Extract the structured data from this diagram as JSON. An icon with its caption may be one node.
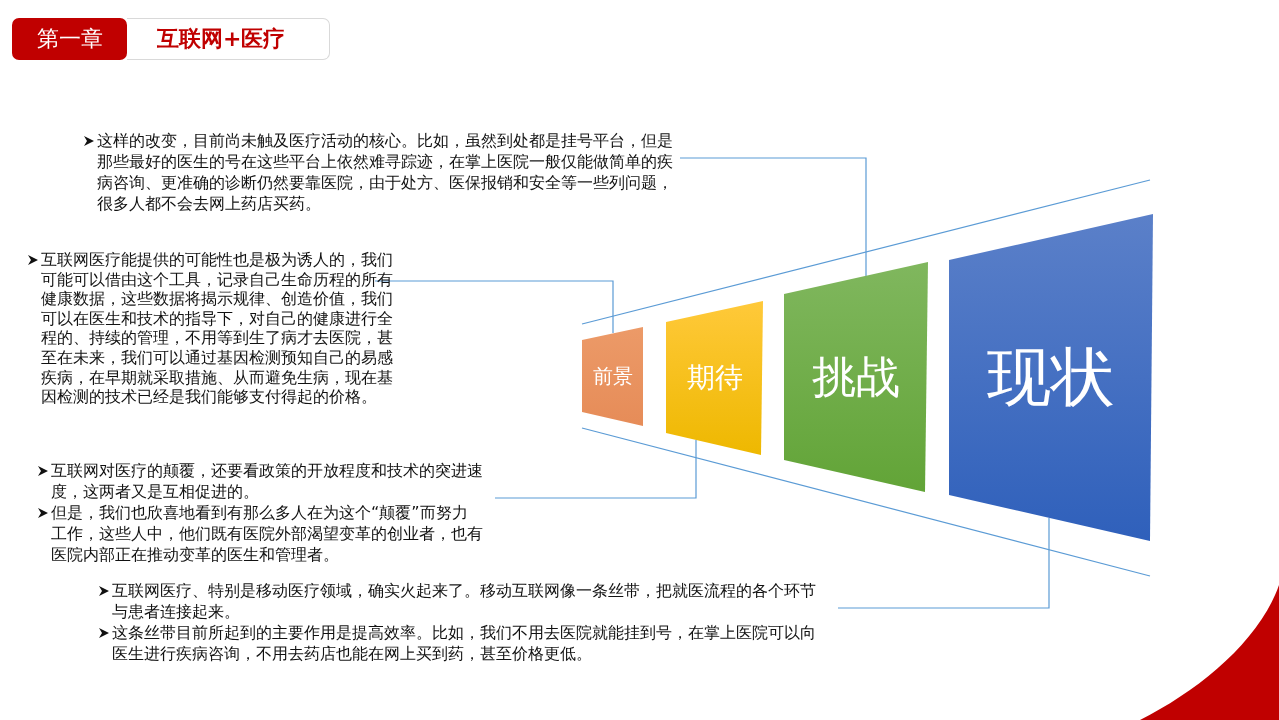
{
  "diagram": {
    "nodes": [
      {
        "text": [
          "第一章"
        ]
      },
      {
        "text": [
          "互联网+医疗"
        ]
      },
      {
        "text": [
          "这样的改变，目前尚未触及医疗活动的核心。比如，虽然到处都是挂号平台，但是那些最好的医生的号在这些平台上依然难寻踪迹，在掌上医院一般仅能做简单的疾病咨询、更准确的诊断仍然要靠医院，由于处方、医保报销和安全等一些列问题，很多人都不会去网上药店买药。"
        ]
      },
      {
        "text": [
          "互联网医疗能提供的可能性也是极为诱人的，我们可能可以借由这个工具，记录自己生命历程的所有健康数据，这些数据将揭示规律、创造价值，我们可以在医生和技术的指导下，对自己的健康进行全程的、持续的管理，不用等到生了病才去医院，甚至在未来，我们可以通过基因检测预知自己的易感疾病，在早期就采取措施、从而避免生病，现在基因检测的技术已经是我们能够支付得起的价格。"
        ]
      },
      {
        "text": [
          "互联网对医疗的颠覆，还要看政策的开放程度和技术的突进速度，这两者又是互相促进的。",
          "但是，我们也欣喜地看到有那么多人在为这个“颠覆”而努力工作，这些人中，他们既有医院外部渴望变革的创业者，也有医院内部正在推动变革的医生和管理者。"
        ]
      },
      {
        "text": [
          "互联网医疗、特别是移动医疗领域，确实火起来了。移动互联网像一条丝带，把就医流程的各个环节与患者连接起来。",
          "这条丝带目前所起到的主要作用是提高效率。比如，我们不用去医院就能挂到号，在掌上医院可以向医生进行疾病咨询，不用去药店也能在网上买到药，甚至价格更低。"
        ]
      },
      {
        "text": [
          "前景"
        ]
      },
      {
        "text": [
          "期待"
        ]
      },
      {
        "text": [
          "挑战"
        ]
      },
      {
        "text": [
          "现状"
        ]
      }
    ],
    "edges": [
      {
        "from": 2,
        "to": 8,
        "arrow": "none"
      },
      {
        "from": 3,
        "to": 6,
        "arrow": "none"
      },
      {
        "from": 4,
        "to": 7,
        "arrow": "none"
      },
      {
        "from": 5,
        "to": 9,
        "arrow": "none"
      }
    ]
  }
}
